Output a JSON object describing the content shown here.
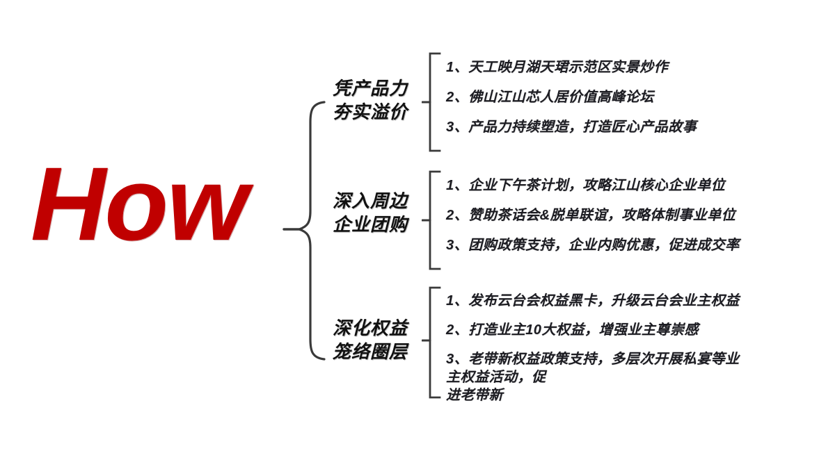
{
  "slide": {
    "headline": "How",
    "headline_color": "#C00000",
    "text_color": "#1C1C22",
    "background_color": "#FFFFFF",
    "groups": [
      {
        "label_line1": "凭产品力",
        "label_line2": "夯实溢价",
        "items": [
          "1、天工映月湖天珺示范区实景炒作",
          "2、佛山江山芯人居价值高峰论坛",
          "3、产品力持续塑造，打造匠心产品故事"
        ]
      },
      {
        "label_line1": "深入周边",
        "label_line2": "企业团购",
        "items": [
          "1、企业下午茶计划，攻略江山核心企业单位",
          "2、赞助茶话会&脱单联谊，攻略体制事业单位",
          "3、团购政策支持，企业内购优惠，促进成交率"
        ]
      },
      {
        "label_line1": "深化权益",
        "label_line2": "笼络圈层",
        "items": [
          "1、发布云台会权益黑卡，升级云台会业主权益",
          "2、打造业主10大权益，增强业主尊崇感",
          "3、老带新权益政策支持，多层次开展私宴等业主权益活动，促\n进老带新"
        ]
      }
    ]
  }
}
